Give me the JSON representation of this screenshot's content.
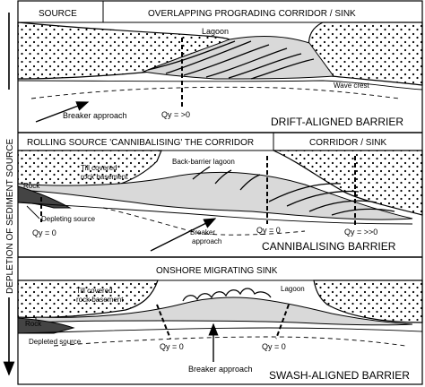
{
  "side_label": "DEPLETION OF SEDIMENT SOURCE",
  "panel1": {
    "header_source": "SOURCE",
    "header_main": "OVERLAPPING PROGRADING CORRIDOR / SINK",
    "lagoon": "Lagoon",
    "wave_crest": "Wave crest",
    "breaker": "Breaker approach",
    "qy": "Qy = >0",
    "title": "DRIFT-ALIGNED BARRIER"
  },
  "panel2": {
    "header_main": "ROLLING SOURCE 'CANNIBALISING' THE CORRIDOR",
    "header_right": "CORRIDOR / SINK",
    "back_barrier": "Back-barrier lagoon",
    "till": "Till covered\nrock basement",
    "rock": "Rock",
    "depleting": "Depleting source",
    "breaker": "Breaker\napproach",
    "qy_left": "Qy = 0",
    "qy_mid": "Qy = 0",
    "qy_right": "Qy = >>0",
    "title": "CANNIBALISING BARRIER"
  },
  "panel3": {
    "header_main": "ONSHORE MIGRATING SINK",
    "lagoon": "Lagoon",
    "till": "Till covered\nrock basement",
    "rock": "Rock",
    "depleted": "Depleted source",
    "qy_left": "Qy = 0",
    "qy_right": "Qy = 0",
    "breaker": "Breaker approach",
    "title": "SWASH-ALIGNED BARRIER"
  }
}
